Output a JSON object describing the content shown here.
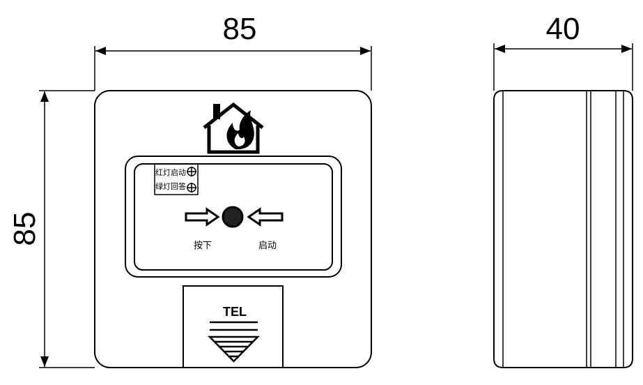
{
  "dimensions": {
    "front_width": "85",
    "front_height": "85",
    "side_depth": "40"
  },
  "panel": {
    "indicator_red": "红灯启动",
    "indicator_green": "绿灯回答",
    "press_label": "按下",
    "start_label": "启动",
    "tel_label": "TEL"
  },
  "icons": {
    "fire_house": "house-with-flame-icon",
    "arrow_right": "arrow-right-icon",
    "arrow_left": "arrow-left-icon",
    "button": "round-button-icon",
    "crosshair": "crosshair-circle-icon"
  }
}
